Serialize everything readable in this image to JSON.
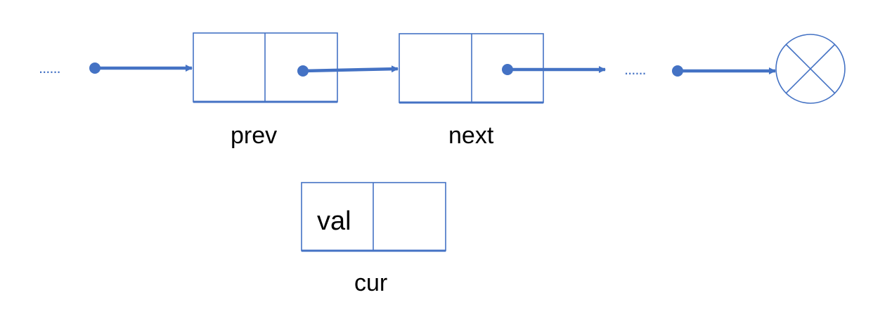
{
  "colors": {
    "stroke": "#4472C4",
    "text": "#000000",
    "background": "#ffffff"
  },
  "ellipsis_left": "......",
  "ellipsis_middle": "......",
  "nodes": {
    "prev": {
      "label": "prev"
    },
    "next": {
      "label": "next"
    },
    "cur": {
      "label": "cur",
      "val_text": "val"
    }
  },
  "null_node_icon": "circle-x-icon"
}
